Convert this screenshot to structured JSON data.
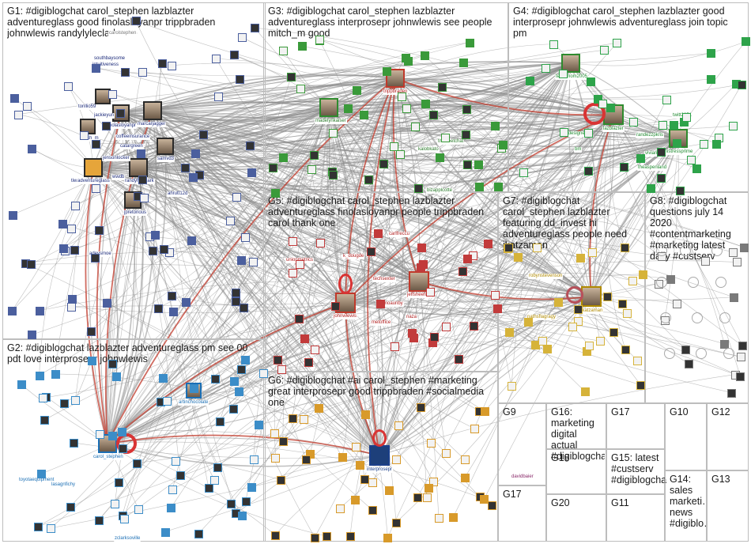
{
  "groups": [
    {
      "id": "G1",
      "label": "G1: #digiblogchat carol_stephen lazblazter adventureglass good finolasloyanpr trippbraden johnwlewis randylyleclark one"
    },
    {
      "id": "G2",
      "label": "G2: #digiblogchat lazblazter adventureglass pm see 00 pdt love interprosepr johnwlewis"
    },
    {
      "id": "G3",
      "label": "G3: #digiblogchat carol_stephen lazblazter adventureglass interprosepr johnwlewis see people mitch_m good"
    },
    {
      "id": "G4",
      "label": "G4: #digiblogchat carol_stephen lazblazter good interprosepr johnwlewis adventureglass join topic pm"
    },
    {
      "id": "G5",
      "label": "G5: #digiblogchat carol_stephen lazblazter adventureglass finolasloyanpr people trippbraden carol thank one"
    },
    {
      "id": "G6",
      "label": "G6: #digiblogchat #ai carol_stephen #marketing great interprosepr good trippbraden #socialmedia one"
    },
    {
      "id": "G7",
      "label": "G7: #digiblogchat carol_stephen lazblazter featuring dd_invest hi adventureglass people need jkatzaman"
    },
    {
      "id": "G8",
      "label": "G8: #digiblogchat questions july 14 2020 #contentmarketing #marketing latest daily #custserv"
    },
    {
      "id": "G9",
      "label": "G9"
    },
    {
      "id": "G10",
      "label": "G10"
    },
    {
      "id": "G11",
      "label": "G11"
    },
    {
      "id": "G12",
      "label": "G12"
    },
    {
      "id": "G13",
      "label": "G13"
    },
    {
      "id": "G14",
      "label": "G14: sales marketi… news #digiblo…"
    },
    {
      "id": "G15",
      "label": "G15: latest #custserv #digiblogchat"
    },
    {
      "id": "G16",
      "label": "G16: marketing digital actual #digiblogchat"
    },
    {
      "id": "G17",
      "label": "G17"
    },
    {
      "id": "G18",
      "label": "G18"
    },
    {
      "id": "G19",
      "label": "G19"
    },
    {
      "id": "G20",
      "label": "G20"
    }
  ],
  "hubs": [
    {
      "id": "trippbraden",
      "label": "trippbraden",
      "group": "G3",
      "color": "#b01c1c"
    },
    {
      "id": "madelynkaiser",
      "label": "madelynkaiser",
      "group": "G3",
      "color": "#2a7a2a"
    },
    {
      "id": "lazblazter",
      "label": "lazblazter",
      "group": "G4",
      "color": "#2e8b2e"
    },
    {
      "id": "teammom2005",
      "label": "teammom2005",
      "group": "G4",
      "color": "#2e8b2e"
    },
    {
      "id": "mistressprime",
      "label": "mistressprime",
      "group": "G4",
      "color": "#2e8b2e"
    },
    {
      "id": "johnwlewis",
      "label": "johnwlewis",
      "group": "G5",
      "color": "#b01c1c"
    },
    {
      "id": "jeffsheehan",
      "label": "jeffsheehan",
      "group": "G5",
      "color": "#b01c1c"
    },
    {
      "id": "jkatzaman",
      "label": "jkatzaman",
      "group": "G7",
      "color": "#b08a00"
    },
    {
      "id": "carol_stephen",
      "label": "carol_stephen",
      "group": "G2",
      "color": "#1b6fb5"
    },
    {
      "id": "interprosepr",
      "label": "interprosepr",
      "group": "G6",
      "color": "#1b3f8a"
    },
    {
      "id": "finolasloyanpr",
      "label": "finolasloyanpr",
      "group": "G1",
      "color": "#1b2a7a"
    },
    {
      "id": "marcarjagger",
      "label": "marcarjagger",
      "group": "G1",
      "color": "#1b2a7a"
    },
    {
      "id": "adventureglass",
      "label": "adventureglass",
      "group": "G1",
      "color": "#1b2a7a"
    },
    {
      "id": "randylyleclark",
      "label": "randylyleclark",
      "group": "G1",
      "color": "#1b2a7a"
    },
    {
      "id": "jpretorious",
      "label": "jpretorious",
      "group": "G1",
      "color": "#1b2a7a"
    },
    {
      "id": "samvd3",
      "label": "samvd3",
      "group": "G1",
      "color": "#1b2a7a"
    },
    {
      "id": "jackieyun",
      "label": "jackieyun",
      "group": "G1",
      "color": "#1b2a7a"
    },
    {
      "id": "mitch_m",
      "label": "mitch_m",
      "group": "G1",
      "color": "#1b2a7a"
    },
    {
      "id": "artinchocolate",
      "label": "artinchocolate",
      "group": "G2",
      "color": "#1b6fb5"
    }
  ],
  "labels": [
    {
      "text": "carolstephen",
      "cls": "c-g1"
    },
    {
      "text": "southbaysome",
      "cls": "c-g1"
    },
    {
      "text": "intuitiveness",
      "cls": "c-g1"
    },
    {
      "text": "tonllio59",
      "cls": "c-g1"
    },
    {
      "text": "coffeeinsurance",
      "cls": "c-g1"
    },
    {
      "text": "catargreen",
      "cls": "c-g1"
    },
    {
      "text": "jensonlocker",
      "cls": "c-g1"
    },
    {
      "text": "wwdb",
      "cls": "c-g1"
    },
    {
      "text": "ahrutt12d",
      "cls": "c-g1"
    },
    {
      "text": "adeysmoe",
      "cls": "c-g1"
    },
    {
      "text": "tiw",
      "cls": "c-g1"
    },
    {
      "text": "kalobkato",
      "cls": "c-g3"
    },
    {
      "text": "tmtweetchat",
      "cls": "c-g3"
    },
    {
      "text": "bizapplcotte",
      "cls": "c-g3"
    },
    {
      "text": "htindesigner",
      "cls": "c-g4"
    },
    {
      "text": "randezzpkris",
      "cls": "c-g4"
    },
    {
      "text": "vivianlb",
      "cls": "c-g4"
    },
    {
      "text": "theaspenland",
      "cls": "c-g4"
    },
    {
      "text": "twitt2851",
      "cls": "c-g4"
    },
    {
      "text": "bm",
      "cls": "c-g4"
    },
    {
      "text": "unionmetrics",
      "cls": "c-g5"
    },
    {
      "text": "k_dougde",
      "cls": "c-g5"
    },
    {
      "text": "carlfreccu",
      "cls": "c-g5"
    },
    {
      "text": "techsexter",
      "cls": "c-g5"
    },
    {
      "text": "moaunby",
      "cls": "c-g5"
    },
    {
      "text": "metoffice",
      "cls": "c-g5"
    },
    {
      "text": "naza",
      "cls": "c-g5"
    },
    {
      "text": "robynstevenson",
      "cls": "c-g7"
    },
    {
      "text": "nathsflagragy",
      "cls": "c-g7"
    },
    {
      "text": "toyotaequipment",
      "cls": "c-g2"
    },
    {
      "text": "lasagnfichy",
      "cls": "c-g2"
    },
    {
      "text": "zclarksoville",
      "cls": "c-g2"
    },
    {
      "text": "davidbaier",
      "cls": "c-g9"
    }
  ]
}
